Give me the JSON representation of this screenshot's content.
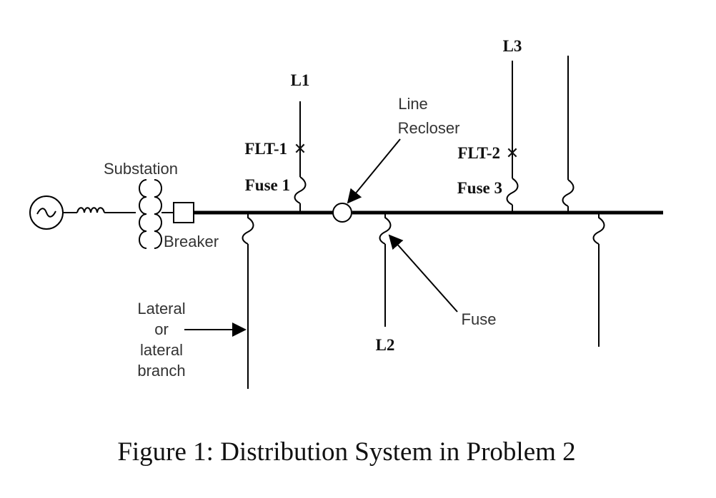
{
  "labels": {
    "l1": "L1",
    "l2": "L2",
    "l3": "L3",
    "flt1": "FLT-1",
    "flt2": "FLT-2",
    "fuse1": "Fuse 1",
    "fuse3": "Fuse 3",
    "fuse": "Fuse",
    "substation": "Substation",
    "breaker": "Breaker",
    "line_recloser_1": "Line",
    "line_recloser_2": "Recloser",
    "lateral_1": "Lateral",
    "lateral_2": "or",
    "lateral_3": "lateral",
    "lateral_4": "branch"
  },
  "caption": "Figure 1: Distribution System in Problem 2",
  "fault_marker": "✕"
}
